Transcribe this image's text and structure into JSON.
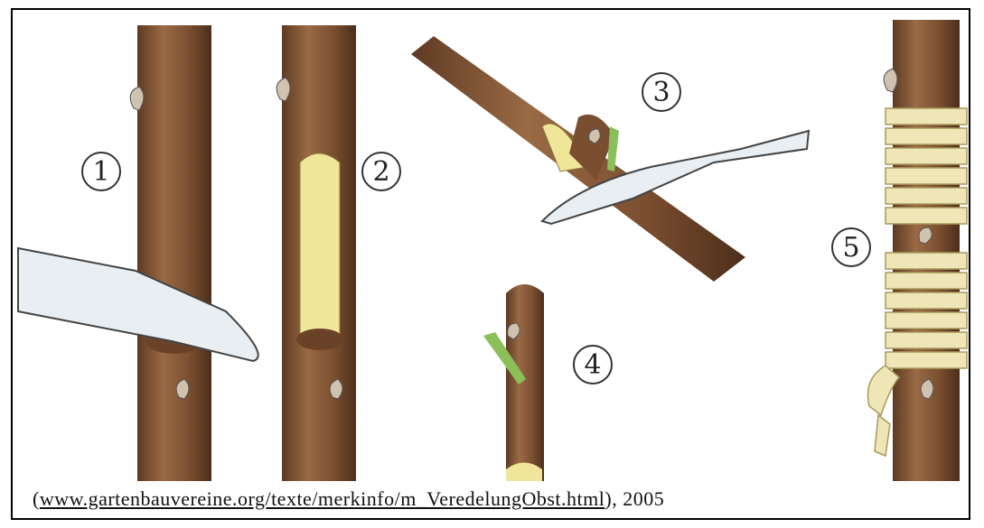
{
  "steps": [
    {
      "number": "1"
    },
    {
      "number": "2"
    },
    {
      "number": "3"
    },
    {
      "number": "4"
    },
    {
      "number": "5"
    }
  ],
  "caption": {
    "open_paren": "(",
    "url": "www.gartenbauvereine.org/texte/merkinfo/m_VeredelungObst.html",
    "close": "), 2005"
  },
  "colors": {
    "bark": "#8a5a3a",
    "bark_dark": "#5e3a22",
    "cambium": "#f0e69a",
    "knife": "#e8eef2",
    "tape": "#efe6b8",
    "bud_green": "#8bbf5a"
  }
}
